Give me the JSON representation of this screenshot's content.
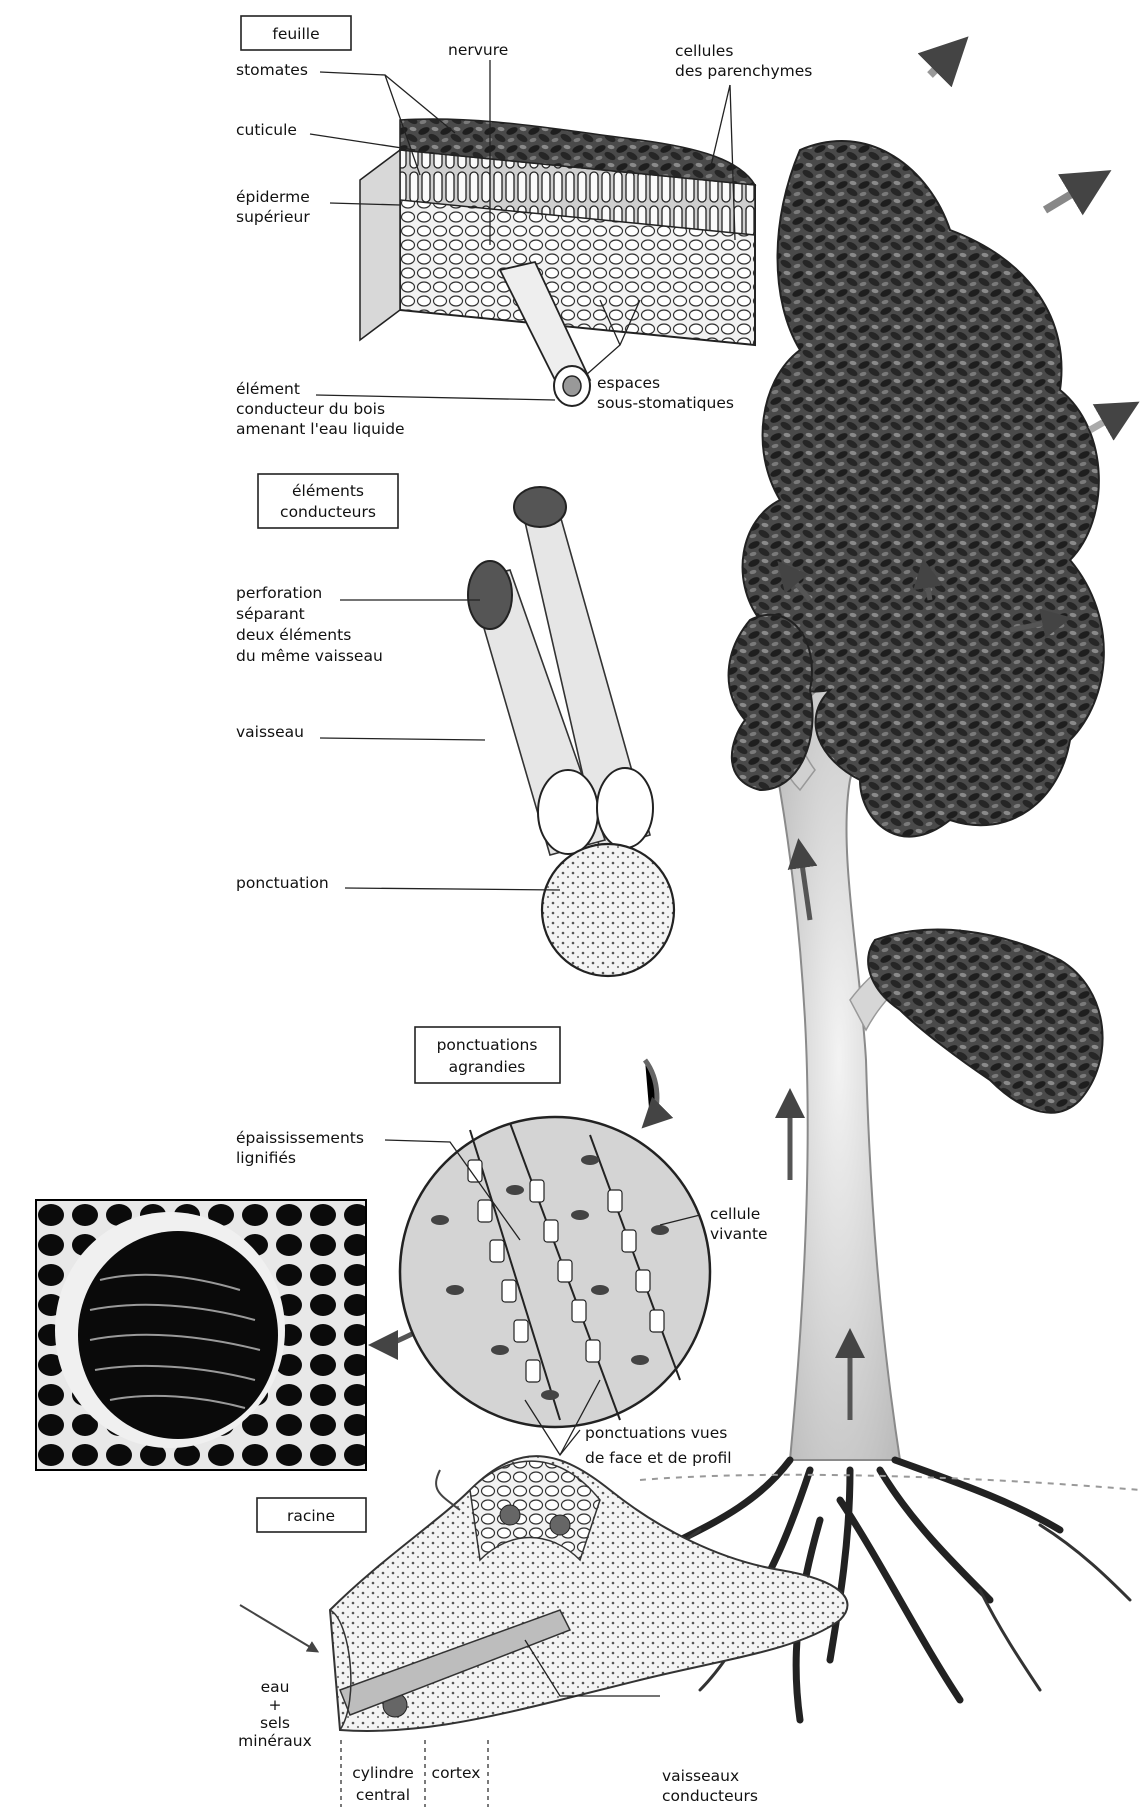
{
  "colors": {
    "foliage": "#2f2f2f",
    "foliage_light": "#5a5a5a",
    "trunk": "#d9d9d9",
    "tissue": "#444444",
    "paper": "#ffffff",
    "ink": "#111111"
  },
  "icons": [
    "tree-illustration",
    "leaf-section-illustration",
    "vessel-illustration",
    "pits-magnified-illustration",
    "micrograph-photo",
    "root-section-illustration",
    "flow-arrow-icon"
  ],
  "section_boxes": {
    "feuille": "feuille",
    "elements": [
      "éléments",
      "conducteurs"
    ],
    "ponctuations": [
      "ponctuations",
      "agrandies"
    ],
    "racine": "racine"
  },
  "labels": {
    "stomates": "stomates",
    "nervure": "nervure",
    "cellules": [
      "cellules",
      "des parenchymes"
    ],
    "cuticule": "cuticule",
    "epiderme": [
      "épiderme",
      "supérieur"
    ],
    "element_conducteur": [
      "élément",
      "conducteur du bois",
      "amenant l'eau liquide"
    ],
    "espaces": [
      "espaces",
      "sous-stomatiques"
    ],
    "perforation": [
      "perforation",
      "séparant",
      "deux éléments",
      "du même vaisseau"
    ],
    "vaisseau": "vaisseau",
    "ponctuation": "ponctuation",
    "epaississements": [
      "épaississements",
      "lignifiés"
    ],
    "cellule_vivante": [
      "cellule",
      "vivante"
    ],
    "ponctuations_vues": [
      "ponctuations vues",
      "de face et de profil"
    ],
    "eau": [
      "eau",
      "+",
      "sels",
      "minéraux"
    ],
    "cylindre": [
      "cylindre",
      "central"
    ],
    "cortex": "cortex",
    "vaisseaux_conducteurs": [
      "vaisseaux",
      "conducteurs"
    ]
  }
}
